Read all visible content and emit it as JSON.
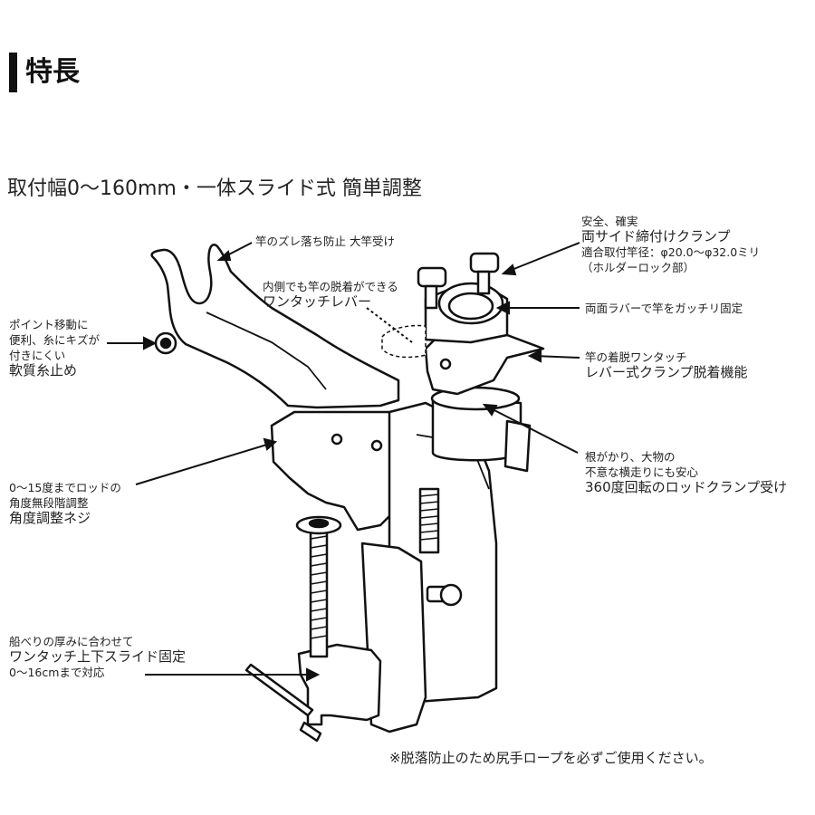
{
  "heading": "特長",
  "subtitle": "取付幅0〜160mm・一体スライド式 簡単調整",
  "callouts": {
    "big_rod_rest": {
      "lines": [
        "竿のズレ落ち防止 大竿受け"
      ]
    },
    "one_touch_lever": {
      "lines": [
        "内側でも竿の脱着ができる",
        "ワンタッチレバー"
      ]
    },
    "clamp_both_sides": {
      "lines": [
        "安全、確実",
        "両サイド締付けクランプ",
        "適合取付竿径：φ20.0〜φ32.0ミリ",
        "（ホルダーロック部）"
      ]
    },
    "rubber": {
      "lines": [
        "両面ラバーで竿をガッチリ固定"
      ]
    },
    "lever_clamp": {
      "lines": [
        "竿の着脱ワンタッチ",
        "レバー式クランプ脱着機能"
      ]
    },
    "line_stop": {
      "lines": [
        "ポイント移動に",
        "便利、糸にキズが",
        "付きにくい",
        "軟質糸止め"
      ]
    },
    "rotation": {
      "lines": [
        "根がかり、大物の",
        "不意な横走りにも安心",
        "360度回転のロッドクランプ受け"
      ]
    },
    "angle": {
      "lines": [
        "0〜15度までロッドの",
        "角度無段階調整",
        "角度調整ネジ"
      ]
    },
    "slide": {
      "lines": [
        "船べりの厚みに合わせて",
        "ワンタッチ上下スライド固定",
        "0〜16cmまで対応"
      ]
    }
  },
  "footer_note": "※脱落防止のため尻手ロープを必ずご使用ください。"
}
